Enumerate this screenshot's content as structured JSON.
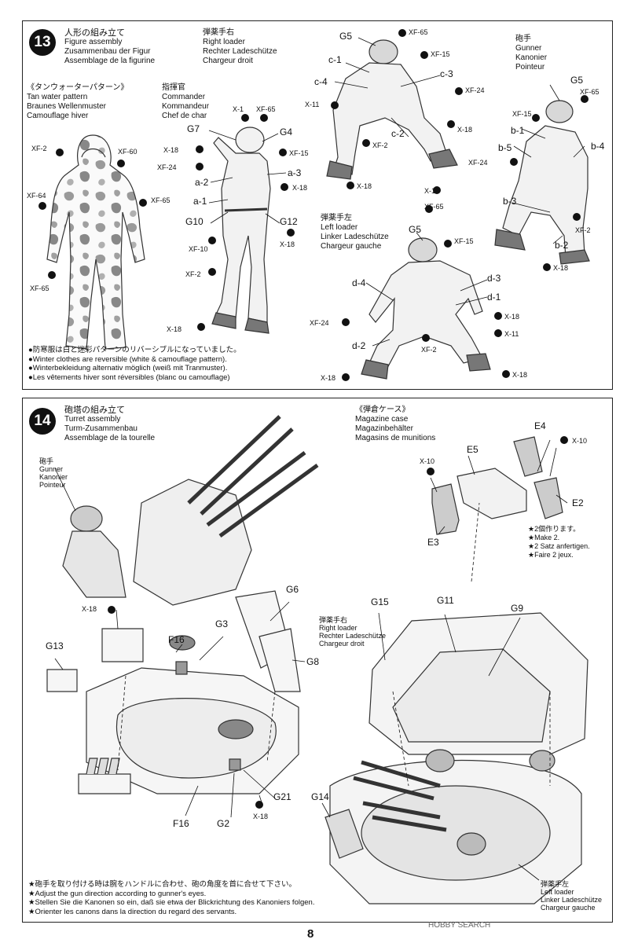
{
  "step13": {
    "number": "13",
    "title": [
      "人形の組み立て",
      "Figure assembly",
      "Zusammenbau der Figur",
      "Assemblage de la figurine"
    ],
    "right_loader": [
      "弾薬手右",
      "Right loader",
      "Rechter Ladeschütze",
      "Chargeur droit"
    ],
    "gunner": [
      "砲手",
      "Gunner",
      "Kanonier",
      "Pointeur"
    ],
    "tan_water": [
      "《タンウォーターパターン》",
      "Tan water pattern",
      "Braunes Wellenmuster",
      "Camouflage hiver"
    ],
    "commander": [
      "指揮官",
      "Commander",
      "Kommandeur",
      "Chef de char"
    ],
    "left_loader": [
      "弾薬手左",
      "Left loader",
      "Linker Ladeschütze",
      "Chargeur gauche"
    ],
    "notes": [
      "●防寒服は白と迷彩パターンのリバーシブルになっていました。",
      "●Winter clothes are reversible (white & camouflage pattern).",
      "●Winterbekleidung alternativ möglich (weiß mit Tranmuster).",
      "●Les vêtements hiver sont réversibles (blanc ou camouflage)"
    ],
    "labels": {
      "g5a": "G5",
      "c1": "c-1",
      "c3": "c-3",
      "c4": "c-4",
      "c2": "c-2",
      "g5b": "G5",
      "b1": "b-1",
      "b4": "b-4",
      "b5": "b-5",
      "b3": "b-3",
      "b2": "b-2",
      "g7": "G7",
      "g4": "G4",
      "a2": "a-2",
      "a3": "a-3",
      "a1": "a-1",
      "g10": "G10",
      "g12": "G12",
      "g5c": "G5",
      "d4": "d-4",
      "d3": "d-3",
      "d1": "d-1",
      "d2": "d-2"
    },
    "colors": {
      "xf65_1": "XF-65",
      "xf15_1": "XF-15",
      "xf24_1": "XF-24",
      "x11_1": "X-11",
      "x18_1": "X-18",
      "xf2_1": "XF-2",
      "x18_2": "X-18",
      "x18_3": "X-18",
      "xf65_2": "XF-65",
      "xf15_2": "XF-15",
      "xf24_2": "XF-24",
      "xf2_2": "XF-2",
      "x18_4": "X-18",
      "xf2_3": "XF-2",
      "xf60": "XF-60",
      "xf64": "XF-64",
      "xf65_3": "XF-65",
      "xf65_4": "XF-65",
      "x1": "X-1",
      "xf65_5": "XF-65",
      "x18_5": "X-18",
      "xf15_3": "XF-15",
      "xf24_3": "XF-24",
      "x18_6": "X-18",
      "xf10": "XF-10",
      "x18_7": "X-18",
      "xf2_4": "XF-2",
      "x18_8": "X-18",
      "xf65_6": "XF-65",
      "xf15_4": "XF-15",
      "xf24_4": "XF-24",
      "x18_9": "X-18",
      "x11_2": "X-11",
      "xf2_5": "XF-2",
      "x18_10": "X-18",
      "x18_11": "X-18"
    }
  },
  "step14": {
    "number": "14",
    "title": [
      "砲塔の組み立て",
      "Turret assembly",
      "Turm-Zusammenbau",
      "Assemblage de la tourelle"
    ],
    "gunner": [
      "砲手",
      "Gunner",
      "Kanonier",
      "Pointeur"
    ],
    "magazine": [
      "《弾倉ケース》",
      "Magazine case",
      "Magazinbehälter",
      "Magasins de munitions"
    ],
    "make2": [
      "★2個作ります。",
      "★Make 2.",
      "★2 Satz anfertigen.",
      "★Faire 2 jeux."
    ],
    "right_loader": [
      "弾薬手右",
      "Right loader",
      "Rechter Ladeschütze",
      "Chargeur droit"
    ],
    "left_loader": [
      "弾薬手左",
      "Left loader",
      "Linker Ladeschütze",
      "Chargeur gauche"
    ],
    "notes": [
      "★砲手を取り付ける時は腕をハンドルに合わせ、砲の角度を首に合せて下さい。",
      "★Adjust the gun direction according to gunner's eyes.",
      "★Stellen Sie die Kanonen so ein, daß sie etwa der Blickrichtung des Kanoniers folgen.",
      "★Orienter les canons dans la direction du regard des servants."
    ],
    "labels": {
      "e4": "E4",
      "e5": "E5",
      "e2": "E2",
      "e3": "E3",
      "g6": "G6",
      "g8": "G8",
      "g3": "G3",
      "f16a": "F16",
      "g13": "G13",
      "g21": "G21",
      "f16b": "F16",
      "g2": "G2",
      "g15": "G15",
      "g11": "G11",
      "g9": "G9",
      "g14": "G14"
    },
    "colors": {
      "x10a": "X-10",
      "x10b": "X-10",
      "x18a": "X-18",
      "x18b": "X-18"
    }
  },
  "page_number": "8",
  "watermark": "HOBBY SEARCH"
}
